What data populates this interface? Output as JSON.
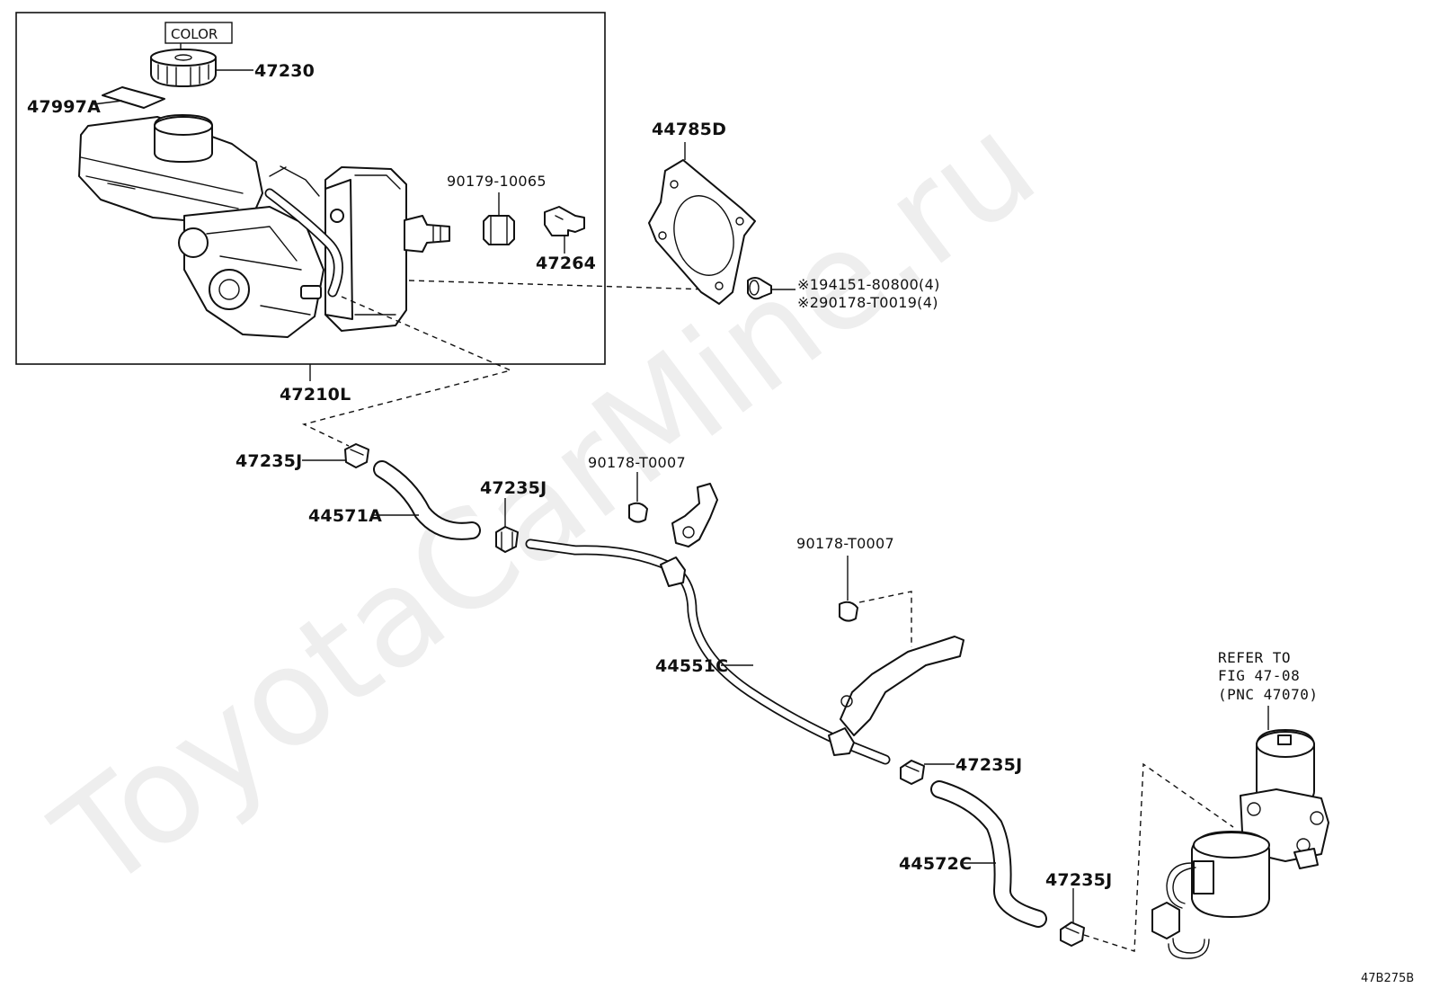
{
  "watermark": "ToyotaCarMine.ru",
  "diagram_code": "47B275B",
  "color_tag": "COLOR",
  "refer_note": {
    "line1": "REFER TO",
    "line2": "FIG 47-08",
    "line3": "(PNC 47070)"
  },
  "parts": {
    "cap": "47230",
    "label_plate": "47997A",
    "master_cylinder_assy": "47210L",
    "nut_upper": "90179-10065",
    "bracket_small": "47264",
    "gasket": "44785D",
    "bolt_1": "※194151-80800(4)",
    "bolt_2": "※290178-T0019(4)",
    "clip_upper": "47235J",
    "hose_upper": "44571A",
    "clip_middle": "47235J",
    "nut_middle": "90178-T0007",
    "nut_right": "90178-T0007",
    "pipe_main": "44551C",
    "clip_right": "47235J",
    "hose_lower": "44572C",
    "clip_lower": "47235J"
  }
}
